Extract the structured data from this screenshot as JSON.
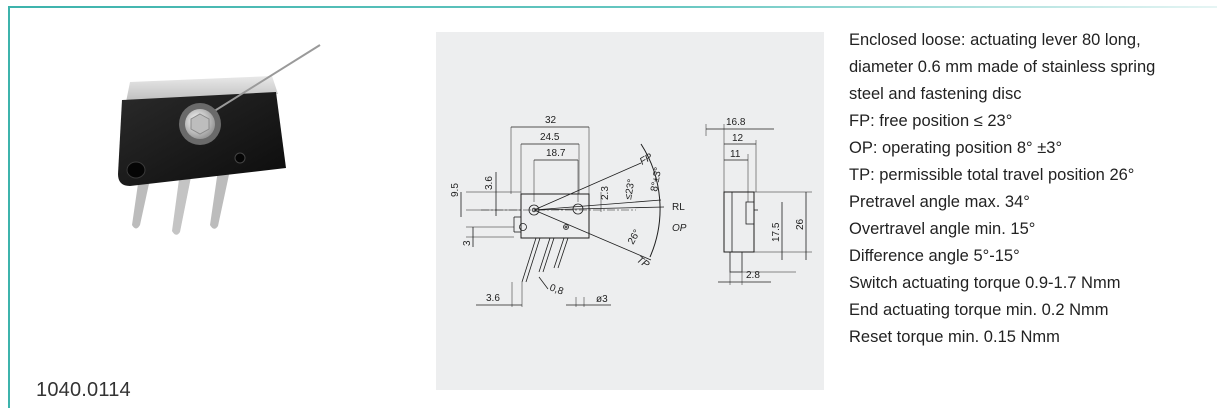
{
  "product": {
    "part_number": "1040.0114"
  },
  "drawing": {
    "dimensions": {
      "d32": "32",
      "d24_5": "24.5",
      "d18_7": "18.7",
      "d9_5": "9.5",
      "d3_6_top": "3.6",
      "d2_3": "2.3",
      "d3": "3",
      "d3_6_bottom": "3.6",
      "d0_8": "0,8",
      "dia3": "ø3",
      "d16_8": "16.8",
      "d12": "12",
      "d11": "11",
      "d17_5": "17.5",
      "d26": "26",
      "d2_8": "2.8"
    },
    "angles": {
      "a23": "≤23°",
      "a8": "8°±3°",
      "a26": "26°"
    },
    "positions": {
      "fp": "FP",
      "rl": "RL",
      "op": "OP",
      "tp": "TP"
    }
  },
  "specs": [
    "Enclosed loose: actuating lever 80 long,",
    "diameter 0.6 mm made of stainless spring",
    "steel and fastening disc",
    "FP: free position ≤ 23°",
    "OP: operating position 8° ±3°",
    "TP: permissible total travel position 26°",
    "Pretravel angle max. 34°",
    "Overtravel angle min. 15°",
    "Difference angle 5°-15°",
    "Switch actuating torque 0.9-1.7 Nmm",
    "End actuating torque min. 0.2 Nmm",
    "Reset torque min. 0.15 Nmm"
  ]
}
